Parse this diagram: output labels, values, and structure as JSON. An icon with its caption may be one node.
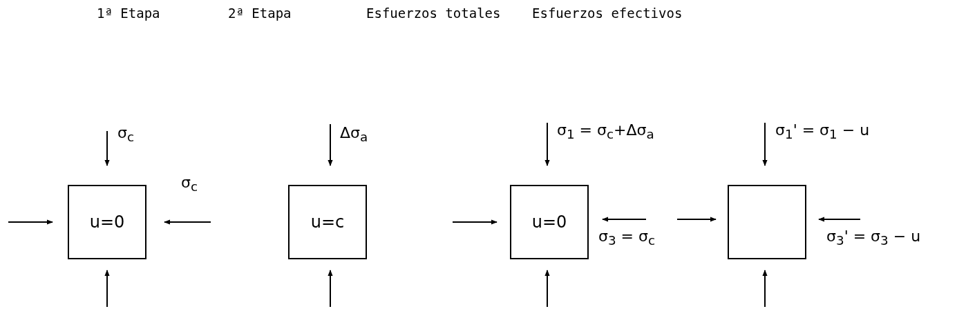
{
  "diagram": {
    "nodes": [
      {
        "text": [
          "u=0"
        ]
      },
      {
        "text": [
          "u=c"
        ]
      },
      {
        "text": [
          "u=0"
        ]
      },
      {
        "text": [],
        "shape": "box"
      }
    ],
    "labels": [
      "1ª Etapa",
      "2ª Etapa",
      "Esfuerzos totales",
      "Esfuerzos efectivos",
      "σ$_{c}$",
      "Δσ$_{a}$",
      "σ$_{1}$ = σ$_{c}$+Δσ$_{a}$",
      "σ$_{1}$' = σ$_{1}$ − u",
      "σ$_{c}$",
      "σ$_{3}$ = σ$_{c}$",
      "σ$_{3}$' = σ$_{3}$ − u"
    ]
  }
}
